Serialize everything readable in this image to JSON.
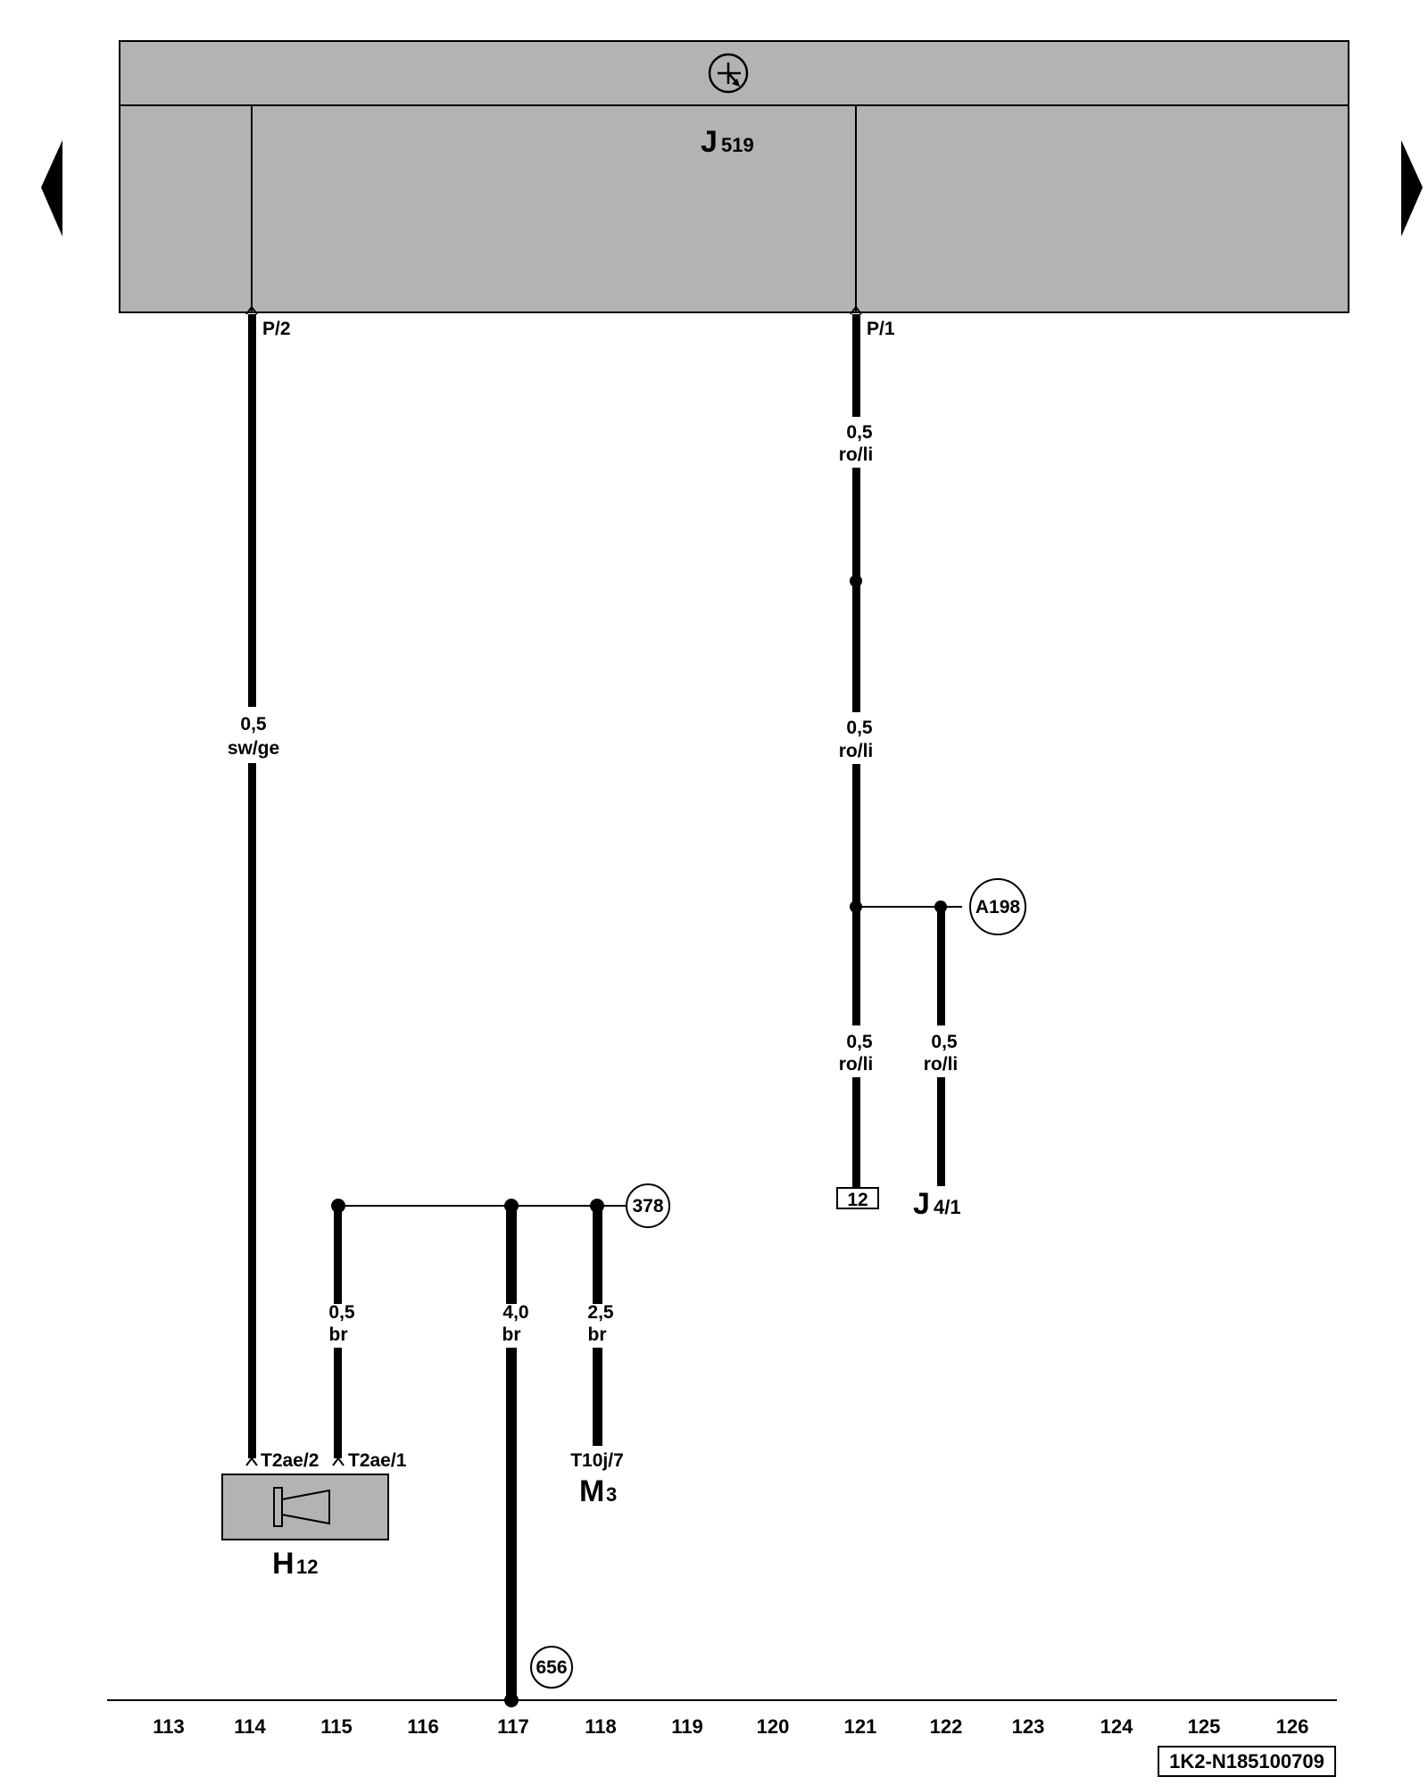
{
  "control_unit": {
    "name_main": "J",
    "name_sub": "519",
    "pins": [
      "P/2",
      "P/1"
    ]
  },
  "wires": {
    "p2_wire": {
      "size": "0,5",
      "color": "sw/ge"
    },
    "p1_upper": {
      "size": "0,5",
      "color": "ro/li"
    },
    "p1_middle": {
      "size": "0,5",
      "color": "ro/li"
    },
    "p1_lower": {
      "size": "0,5",
      "color": "ro/li"
    },
    "j4_wire": {
      "size": "0,5",
      "color": "ro/li"
    },
    "h12_ground": {
      "size": "0,5",
      "color": "br"
    },
    "main_ground": {
      "size": "4,0",
      "color": "br"
    },
    "m3_ground": {
      "size": "2,5",
      "color": "br"
    }
  },
  "connections": {
    "a198": "A198",
    "c378": "378",
    "c656": "656",
    "box12": "12"
  },
  "components": {
    "h12": {
      "main": "H",
      "sub": "12",
      "pin_a": "T2ae/2",
      "pin_b": "T2ae/1"
    },
    "m3": {
      "main": "M",
      "sub": "3",
      "pin": "T10j/7"
    },
    "j4": {
      "main": "J",
      "sub": "4/1"
    }
  },
  "grid_numbers": [
    "113",
    "114",
    "115",
    "116",
    "117",
    "118",
    "119",
    "120",
    "121",
    "122",
    "123",
    "124",
    "125",
    "126"
  ],
  "doc_id": "1K2-N185100709",
  "colors": {
    "unit_fill": "#b3b3b3",
    "component_fill": "#b3b3b3",
    "wire": "#000000"
  }
}
